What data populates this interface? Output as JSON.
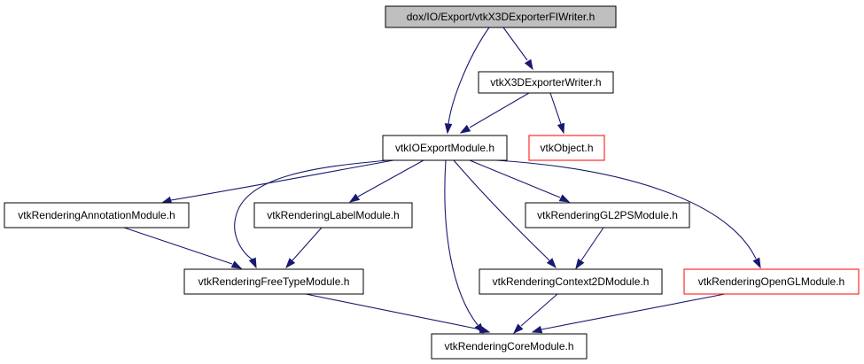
{
  "nodes": [
    {
      "id": "root",
      "label": "dox/IO/Export/vtkX3DExporterFIWriter.h",
      "fill": "#bfbfbf",
      "border": "#000000"
    },
    {
      "id": "writer",
      "label": "vtkX3DExporterWriter.h",
      "fill": "#ffffff",
      "border": "#000000"
    },
    {
      "id": "ioexport",
      "label": "vtkIOExportModule.h",
      "fill": "#ffffff",
      "border": "#000000"
    },
    {
      "id": "object",
      "label": "vtkObject.h",
      "fill": "#ffffff",
      "border": "#ff0000"
    },
    {
      "id": "annotation",
      "label": "vtkRenderingAnnotationModule.h",
      "fill": "#ffffff",
      "border": "#000000"
    },
    {
      "id": "label",
      "label": "vtkRenderingLabelModule.h",
      "fill": "#ffffff",
      "border": "#000000"
    },
    {
      "id": "gl2ps",
      "label": "vtkRenderingGL2PSModule.h",
      "fill": "#ffffff",
      "border": "#000000"
    },
    {
      "id": "freetype",
      "label": "vtkRenderingFreeTypeModule.h",
      "fill": "#ffffff",
      "border": "#000000"
    },
    {
      "id": "context2d",
      "label": "vtkRenderingContext2DModule.h",
      "fill": "#ffffff",
      "border": "#000000"
    },
    {
      "id": "opengl",
      "label": "vtkRenderingOpenGLModule.h",
      "fill": "#ffffff",
      "border": "#ff0000"
    },
    {
      "id": "core",
      "label": "vtkRenderingCoreModule.h",
      "fill": "#ffffff",
      "border": "#000000"
    }
  ],
  "edges": [
    {
      "from": "root",
      "to": "writer"
    },
    {
      "from": "root",
      "to": "ioexport"
    },
    {
      "from": "writer",
      "to": "ioexport"
    },
    {
      "from": "writer",
      "to": "object"
    },
    {
      "from": "ioexport",
      "to": "annotation"
    },
    {
      "from": "ioexport",
      "to": "freetype"
    },
    {
      "from": "ioexport",
      "to": "label"
    },
    {
      "from": "ioexport",
      "to": "core"
    },
    {
      "from": "ioexport",
      "to": "context2d"
    },
    {
      "from": "ioexport",
      "to": "gl2ps"
    },
    {
      "from": "ioexport",
      "to": "opengl"
    },
    {
      "from": "annotation",
      "to": "freetype"
    },
    {
      "from": "label",
      "to": "freetype"
    },
    {
      "from": "gl2ps",
      "to": "context2d"
    },
    {
      "from": "freetype",
      "to": "core"
    },
    {
      "from": "context2d",
      "to": "core"
    },
    {
      "from": "opengl",
      "to": "core"
    }
  ],
  "edge_color": "#191970"
}
